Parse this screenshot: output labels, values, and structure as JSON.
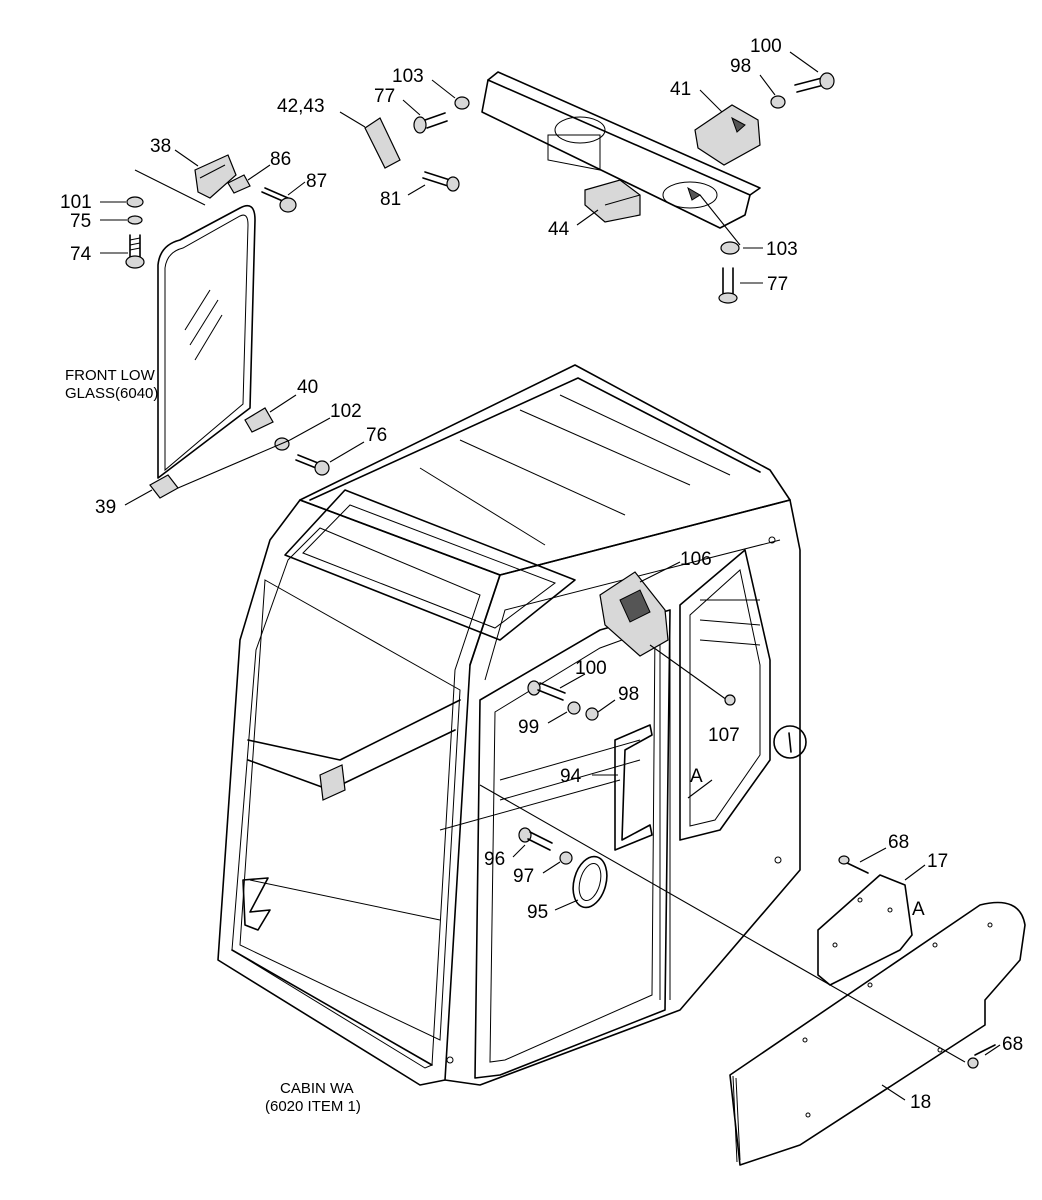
{
  "labels": {
    "p100a": "100",
    "p98a": "98",
    "p41": "41",
    "p103a": "103",
    "p77a": "77",
    "p4243": "42,43",
    "p81": "81",
    "p44": "44",
    "p103b": "103",
    "p77b": "77",
    "p38": "38",
    "p86": "86",
    "p87": "87",
    "p101": "101",
    "p75": "75",
    "p74": "74",
    "p40": "40",
    "p102": "102",
    "p76": "76",
    "p39": "39",
    "p106": "106",
    "p100b": "100",
    "p98b": "98",
    "p99": "99",
    "p107": "107",
    "pA1": "A",
    "p94": "94",
    "p96": "96",
    "p97": "97",
    "p95": "95",
    "p68a": "68",
    "p17": "17",
    "pA2": "A",
    "p68b": "68",
    "p18": "18"
  },
  "notes": {
    "glass_line1": "FRONT LOW",
    "glass_line2": "GLASS(6040)",
    "cabin_line1": "CABIN WA",
    "cabin_line2": "(6020 ITEM 1)"
  }
}
